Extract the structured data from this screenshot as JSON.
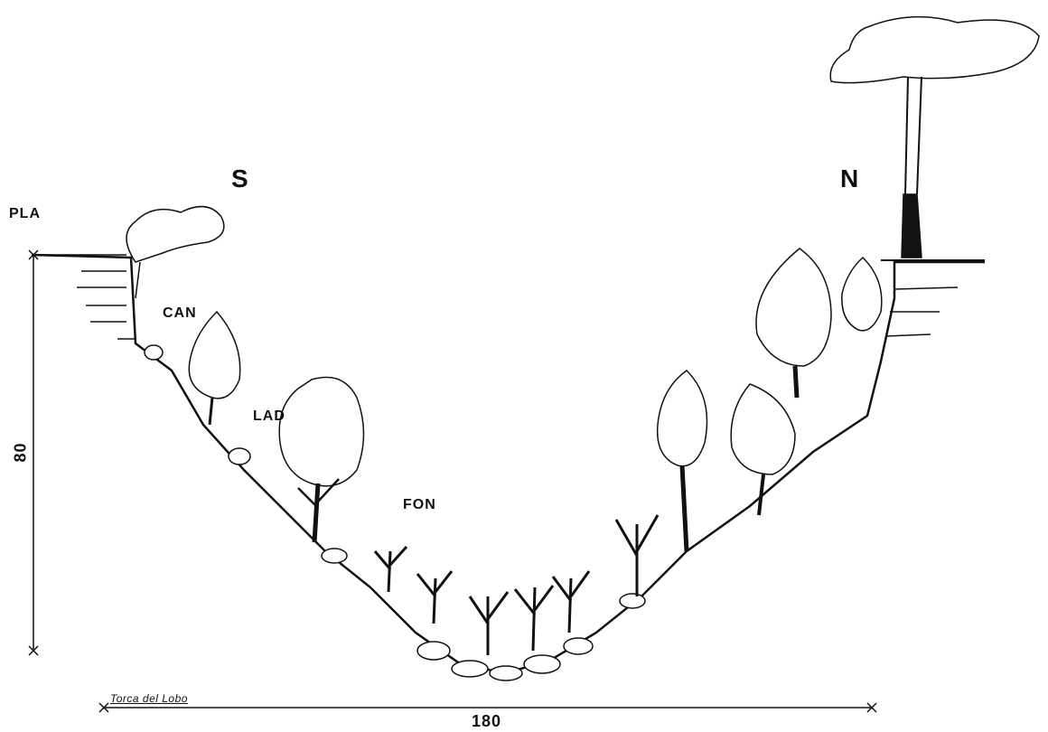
{
  "labels": {
    "south": "S",
    "north": "N",
    "plateau": "PLA",
    "cantil": "CAN",
    "ladera": "LAD",
    "fondo": "FON"
  },
  "dimensions": {
    "height": "80",
    "width": "180",
    "site_name": "Torca del Lobo"
  },
  "colors": {
    "ink": "#111111",
    "background": "#ffffff"
  }
}
